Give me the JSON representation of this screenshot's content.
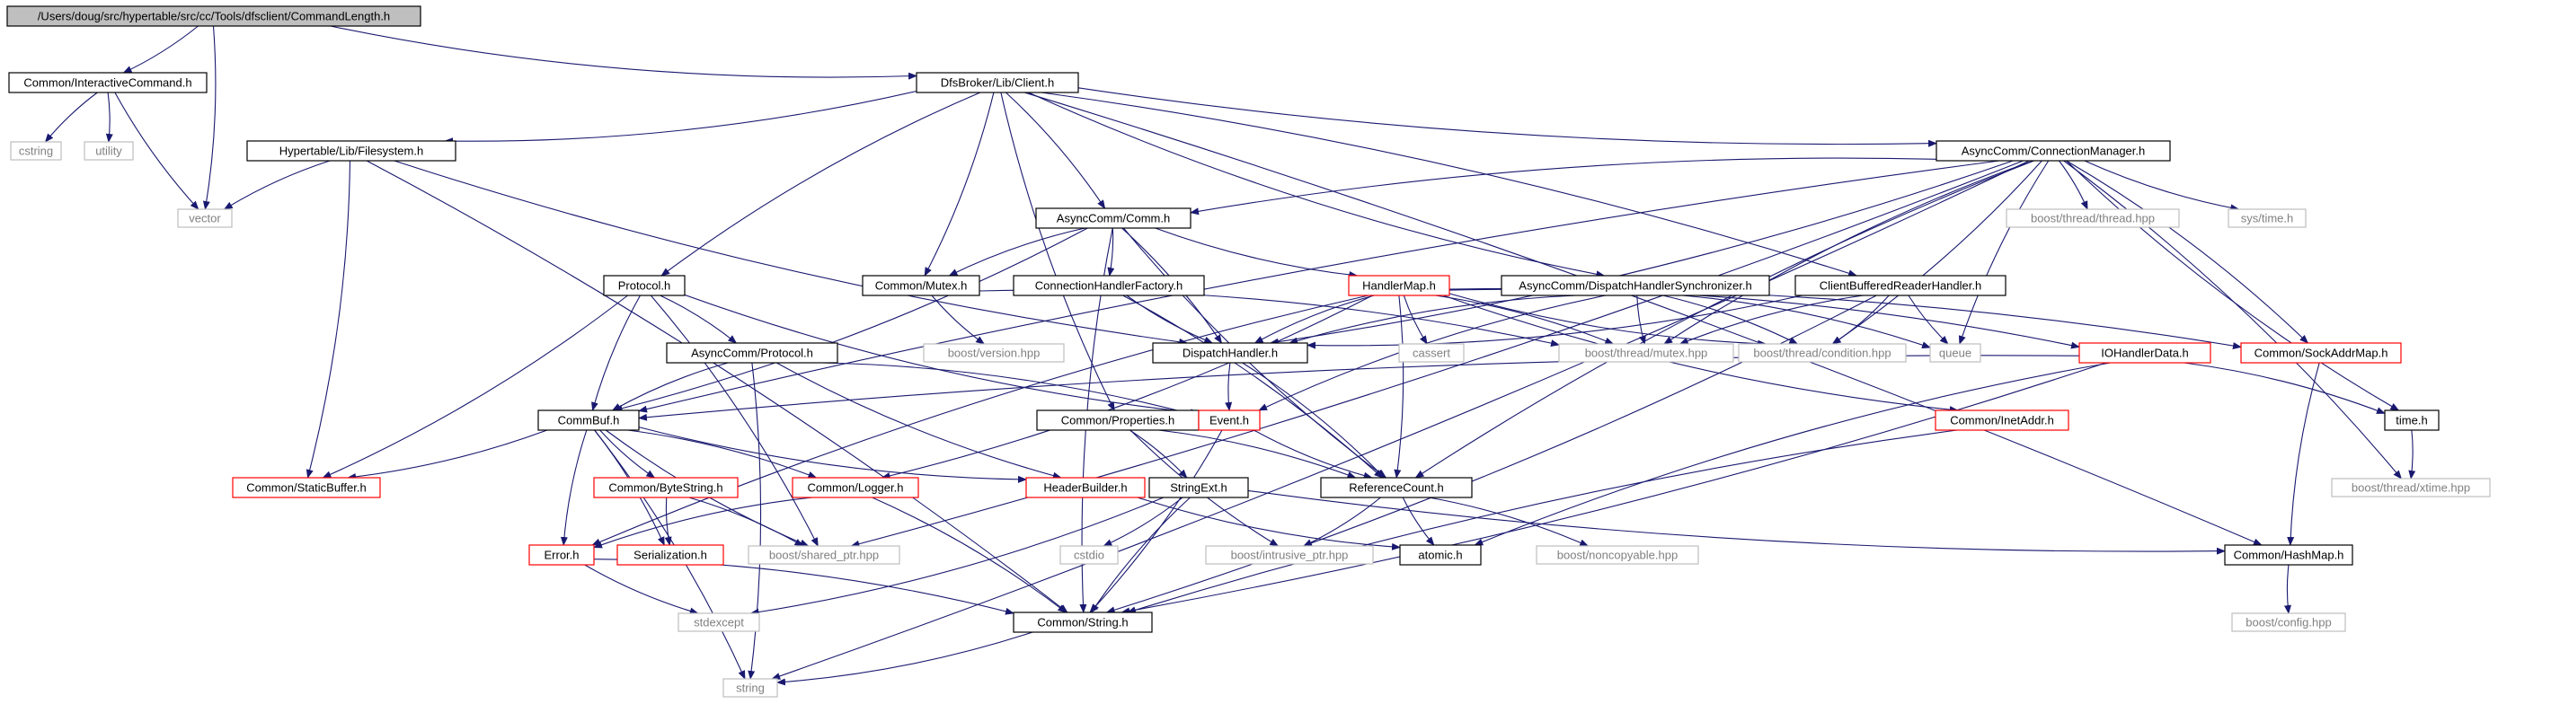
{
  "graph": {
    "title": "",
    "edge_color": "#191970",
    "colors": {
      "root_fill": "#bfbfbf",
      "local_border": "#000000",
      "truncated_border": "#ff0000",
      "external_border": "#bfbfbf",
      "external_text": "#808080"
    },
    "nodes": [
      {
        "id": "root",
        "label": "/Users/doug/src/hypertable/src/cc/Tools/dfsclient/CommandLength.h",
        "kind": "root"
      },
      {
        "id": "interactive",
        "label": "Common/InteractiveCommand.h",
        "kind": "local"
      },
      {
        "id": "dfsclient",
        "label": "DfsBroker/Lib/Client.h",
        "kind": "local"
      },
      {
        "id": "cstring",
        "label": "cstring",
        "kind": "external"
      },
      {
        "id": "utility",
        "label": "utility",
        "kind": "external"
      },
      {
        "id": "vector",
        "label": "vector",
        "kind": "external"
      },
      {
        "id": "filesystem",
        "label": "Hypertable/Lib/Filesystem.h",
        "kind": "local"
      },
      {
        "id": "connmgr",
        "label": "AsyncComm/ConnectionManager.h",
        "kind": "local"
      },
      {
        "id": "comm",
        "label": "AsyncComm/Comm.h",
        "kind": "local"
      },
      {
        "id": "threadhpp",
        "label": "boost/thread/thread.hpp",
        "kind": "external"
      },
      {
        "id": "systime",
        "label": "sys/time.h",
        "kind": "external"
      },
      {
        "id": "protocolh",
        "label": "Protocol.h",
        "kind": "local"
      },
      {
        "id": "mutexh",
        "label": "Common/Mutex.h",
        "kind": "local"
      },
      {
        "id": "connhf",
        "label": "ConnectionHandlerFactory.h",
        "kind": "local"
      },
      {
        "id": "handlermap",
        "label": "HandlerMap.h",
        "kind": "truncated"
      },
      {
        "id": "dhsync",
        "label": "AsyncComm/DispatchHandlerSynchronizer.h",
        "kind": "local"
      },
      {
        "id": "cbrh",
        "label": "ClientBufferedReaderHandler.h",
        "kind": "local"
      },
      {
        "id": "acprotocol",
        "label": "AsyncComm/Protocol.h",
        "kind": "local"
      },
      {
        "id": "boostversion",
        "label": "boost/version.hpp",
        "kind": "external"
      },
      {
        "id": "dispatch",
        "label": "DispatchHandler.h",
        "kind": "local"
      },
      {
        "id": "cassert",
        "label": "cassert",
        "kind": "external"
      },
      {
        "id": "mutexhpp",
        "label": "boost/thread/mutex.hpp",
        "kind": "external"
      },
      {
        "id": "condhpp",
        "label": "boost/thread/condition.hpp",
        "kind": "external"
      },
      {
        "id": "queue",
        "label": "queue",
        "kind": "external"
      },
      {
        "id": "iohd",
        "label": "IOHandlerData.h",
        "kind": "truncated"
      },
      {
        "id": "sockaddr",
        "label": "Common/SockAddrMap.h",
        "kind": "truncated"
      },
      {
        "id": "commbuf",
        "label": "CommBuf.h",
        "kind": "local"
      },
      {
        "id": "properties",
        "label": "Common/Properties.h",
        "kind": "local"
      },
      {
        "id": "eventh",
        "label": "Event.h",
        "kind": "truncated"
      },
      {
        "id": "inetaddr",
        "label": "Common/InetAddr.h",
        "kind": "truncated"
      },
      {
        "id": "timeh",
        "label": "time.h",
        "kind": "local"
      },
      {
        "id": "staticbuf",
        "label": "Common/StaticBuffer.h",
        "kind": "truncated"
      },
      {
        "id": "bytestring",
        "label": "Common/ByteString.h",
        "kind": "truncated"
      },
      {
        "id": "logger",
        "label": "Common/Logger.h",
        "kind": "truncated"
      },
      {
        "id": "headerbuilder",
        "label": "HeaderBuilder.h",
        "kind": "truncated"
      },
      {
        "id": "stringext",
        "label": "StringExt.h",
        "kind": "local"
      },
      {
        "id": "refcount",
        "label": "ReferenceCount.h",
        "kind": "local"
      },
      {
        "id": "xtime",
        "label": "boost/thread/xtime.hpp",
        "kind": "external"
      },
      {
        "id": "errorh",
        "label": "Error.h",
        "kind": "truncated"
      },
      {
        "id": "serialization",
        "label": "Serialization.h",
        "kind": "truncated"
      },
      {
        "id": "sharedptr",
        "label": "boost/shared_ptr.hpp",
        "kind": "external"
      },
      {
        "id": "cstdio",
        "label": "cstdio",
        "kind": "external"
      },
      {
        "id": "intrusive",
        "label": "boost/intrusive_ptr.hpp",
        "kind": "external"
      },
      {
        "id": "atomic",
        "label": "atomic.h",
        "kind": "local"
      },
      {
        "id": "noncopyable",
        "label": "boost/noncopyable.hpp",
        "kind": "external"
      },
      {
        "id": "hashmap",
        "label": "Common/HashMap.h",
        "kind": "local"
      },
      {
        "id": "stdexcept",
        "label": "stdexcept",
        "kind": "external"
      },
      {
        "id": "commonstring",
        "label": "Common/String.h",
        "kind": "local"
      },
      {
        "id": "config",
        "label": "boost/config.hpp",
        "kind": "external"
      },
      {
        "id": "string",
        "label": "string",
        "kind": "external"
      }
    ],
    "edges": [
      [
        "root",
        "interactive"
      ],
      [
        "root",
        "dfsclient"
      ],
      [
        "root",
        "vector"
      ],
      [
        "interactive",
        "cstring"
      ],
      [
        "interactive",
        "utility"
      ],
      [
        "interactive",
        "vector"
      ],
      [
        "dfsclient",
        "filesystem"
      ],
      [
        "dfsclient",
        "connmgr"
      ],
      [
        "dfsclient",
        "comm"
      ],
      [
        "dfsclient",
        "protocolh"
      ],
      [
        "dfsclient",
        "mutexh"
      ],
      [
        "dfsclient",
        "dhsync"
      ],
      [
        "dfsclient",
        "cbrh"
      ],
      [
        "dfsclient",
        "properties"
      ],
      [
        "dfsclient",
        "hashmap"
      ],
      [
        "filesystem",
        "vector"
      ],
      [
        "filesystem",
        "staticbuf"
      ],
      [
        "filesystem",
        "dispatch"
      ],
      [
        "filesystem",
        "commonstring"
      ],
      [
        "connmgr",
        "comm"
      ],
      [
        "connmgr",
        "threadhpp"
      ],
      [
        "connmgr",
        "systime"
      ],
      [
        "connmgr",
        "dispatch"
      ],
      [
        "connmgr",
        "mutexhpp"
      ],
      [
        "connmgr",
        "condhpp"
      ],
      [
        "connmgr",
        "queue"
      ],
      [
        "connmgr",
        "sockaddr"
      ],
      [
        "connmgr",
        "timeh"
      ],
      [
        "connmgr",
        "xtime"
      ],
      [
        "connmgr",
        "refcount"
      ],
      [
        "connmgr",
        "string"
      ],
      [
        "connmgr",
        "commbuf"
      ],
      [
        "connmgr",
        "sharedptr"
      ],
      [
        "comm",
        "mutexh"
      ],
      [
        "comm",
        "connhf"
      ],
      [
        "comm",
        "handlermap"
      ],
      [
        "comm",
        "dispatch"
      ],
      [
        "comm",
        "refcount"
      ],
      [
        "comm",
        "commbuf"
      ],
      [
        "comm",
        "commonstring"
      ],
      [
        "protocolh",
        "acprotocol"
      ],
      [
        "protocolh",
        "commbuf"
      ],
      [
        "protocolh",
        "staticbuf"
      ],
      [
        "protocolh",
        "eventh"
      ],
      [
        "protocolh",
        "sharedptr"
      ],
      [
        "mutexh",
        "boostversion"
      ],
      [
        "mutexh",
        "mutexhpp"
      ],
      [
        "connhf",
        "dispatch"
      ],
      [
        "connhf",
        "refcount"
      ],
      [
        "handlermap",
        "cassert"
      ],
      [
        "handlermap",
        "mutexhpp"
      ],
      [
        "handlermap",
        "condhpp"
      ],
      [
        "handlermap",
        "iohd"
      ],
      [
        "handlermap",
        "dispatch"
      ],
      [
        "handlermap",
        "refcount"
      ],
      [
        "handlermap",
        "inetaddr"
      ],
      [
        "handlermap",
        "logger"
      ],
      [
        "handlermap",
        "errorh"
      ],
      [
        "handlermap",
        "sockaddr"
      ],
      [
        "dhsync",
        "dispatch"
      ],
      [
        "dhsync",
        "condhpp"
      ],
      [
        "dhsync",
        "mutexhpp"
      ],
      [
        "dhsync",
        "queue"
      ],
      [
        "dhsync",
        "eventh"
      ],
      [
        "cbrh",
        "dispatch"
      ],
      [
        "cbrh",
        "mutexhpp"
      ],
      [
        "cbrh",
        "condhpp"
      ],
      [
        "cbrh",
        "queue"
      ],
      [
        "cbrh",
        "commonstring"
      ],
      [
        "acprotocol",
        "commbuf"
      ],
      [
        "acprotocol",
        "eventh"
      ],
      [
        "acprotocol",
        "headerbuilder"
      ],
      [
        "acprotocol",
        "string"
      ],
      [
        "dispatch",
        "eventh"
      ],
      [
        "dispatch",
        "refcount"
      ],
      [
        "iohd",
        "commbuf"
      ],
      [
        "iohd",
        "timeh"
      ],
      [
        "iohd",
        "atomic"
      ],
      [
        "iohd",
        "commonstring"
      ],
      [
        "sockaddr",
        "hashmap"
      ],
      [
        "commbuf",
        "staticbuf"
      ],
      [
        "commbuf",
        "bytestring"
      ],
      [
        "commbuf",
        "logger"
      ],
      [
        "commbuf",
        "headerbuilder"
      ],
      [
        "commbuf",
        "serialization"
      ],
      [
        "commbuf",
        "sharedptr"
      ],
      [
        "commbuf",
        "string"
      ],
      [
        "commbuf",
        "errorh"
      ],
      [
        "properties",
        "stringext"
      ],
      [
        "properties",
        "intrusive"
      ],
      [
        "properties",
        "refcount"
      ],
      [
        "eventh",
        "refcount"
      ],
      [
        "eventh",
        "commonstring"
      ],
      [
        "inetaddr",
        "commonstring"
      ],
      [
        "timeh",
        "xtime"
      ],
      [
        "bytestring",
        "serialization"
      ],
      [
        "bytestring",
        "sharedptr"
      ],
      [
        "logger",
        "errorh"
      ],
      [
        "logger",
        "commonstring"
      ],
      [
        "headerbuilder",
        "atomic"
      ],
      [
        "stringext",
        "cstdio"
      ],
      [
        "stringext",
        "commonstring"
      ],
      [
        "stringext",
        "stdexcept"
      ],
      [
        "stringext",
        "hashmap"
      ],
      [
        "refcount",
        "intrusive"
      ],
      [
        "refcount",
        "atomic"
      ],
      [
        "refcount",
        "noncopyable"
      ],
      [
        "errorh",
        "stdexcept"
      ],
      [
        "errorh",
        "commonstring"
      ],
      [
        "hashmap",
        "config"
      ],
      [
        "commonstring",
        "string"
      ]
    ]
  }
}
